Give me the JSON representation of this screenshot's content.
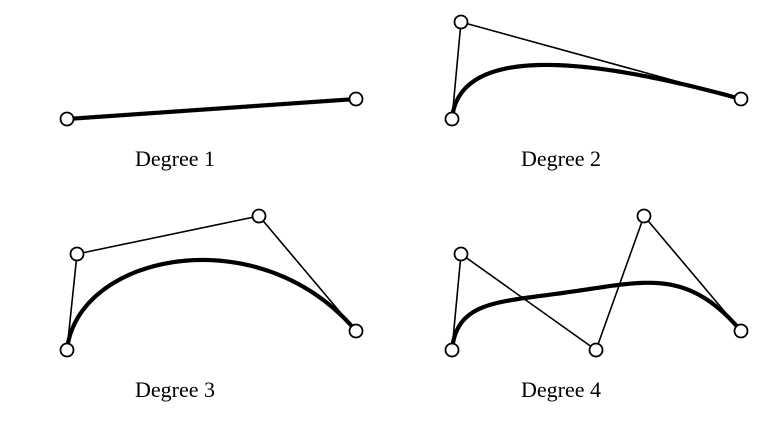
{
  "colors": {
    "stroke": "#000000",
    "point_fill": "#ffffff",
    "background": "#ffffff"
  },
  "panels": [
    {
      "id": "degree-1",
      "caption": "Degree 1",
      "control_points": [
        [
          67,
          119
        ],
        [
          356,
          99
        ]
      ]
    },
    {
      "id": "degree-2",
      "caption": "Degree 2",
      "control_points": [
        [
          452,
          119
        ],
        [
          461,
          22
        ],
        [
          741,
          99
        ]
      ]
    },
    {
      "id": "degree-3",
      "caption": "Degree 3",
      "control_points": [
        [
          67,
          350
        ],
        [
          77,
          254
        ],
        [
          259,
          216
        ],
        [
          356,
          331
        ]
      ]
    },
    {
      "id": "degree-4",
      "caption": "Degree 4",
      "control_points": [
        [
          452,
          350
        ],
        [
          461,
          254
        ],
        [
          596,
          350
        ],
        [
          644,
          216
        ],
        [
          741,
          331
        ]
      ]
    }
  ]
}
